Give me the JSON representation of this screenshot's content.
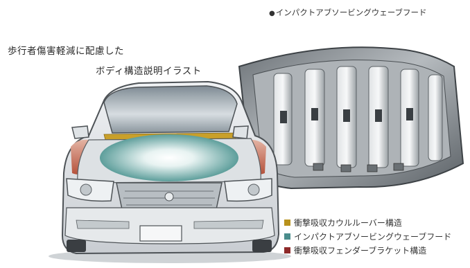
{
  "caption": {
    "line1": "歩行者傷害軽減に配慮した",
    "line2": "ボディ構造説明イラスト"
  },
  "hood_title": {
    "bullet": "●",
    "text": "インパクトアブソービングウェーブフード"
  },
  "legend": [
    {
      "label": "衝撃吸収カウルルーバー構造",
      "color": "#b8921c"
    },
    {
      "label": "インパクトアブソービングウェーブフード",
      "color": "#4a8d8c"
    },
    {
      "label": "衝撃吸収フェンダーブラケット構造",
      "color": "#8e2a2a"
    }
  ]
}
